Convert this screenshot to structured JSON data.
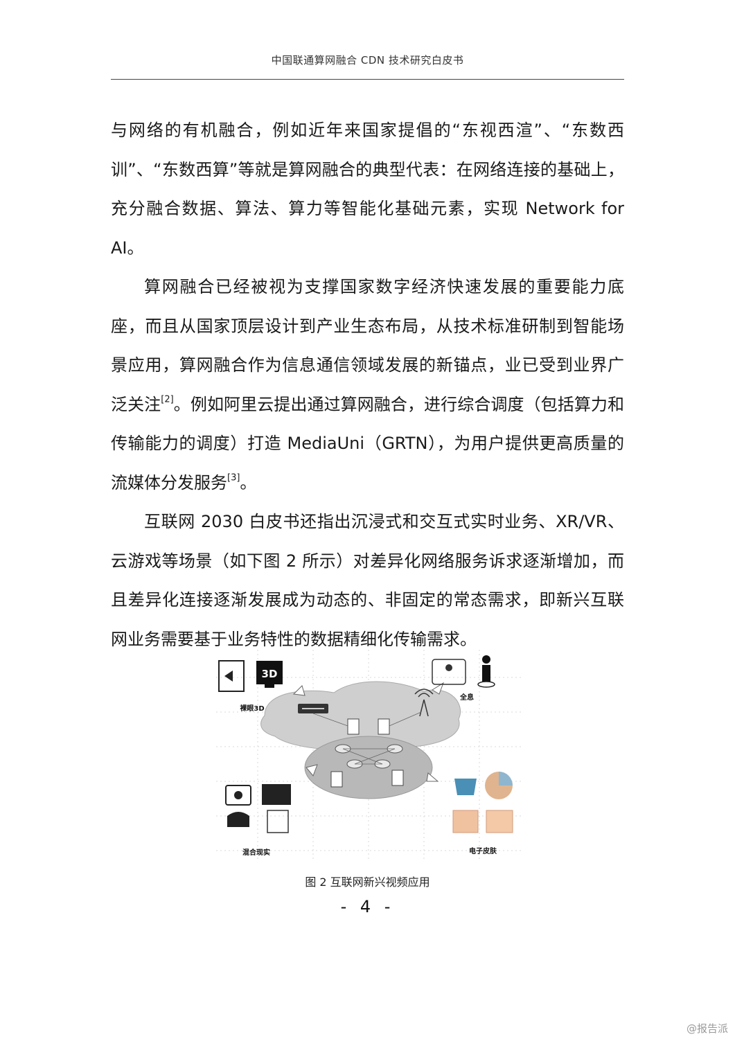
{
  "header": {
    "title": "中国联通算网融合 CDN 技术研究白皮书"
  },
  "paragraphs": {
    "p1": "与网络的有机融合，例如近年来国家提倡的“东视西渲”、“东数西训”、“东数西算”等就是算网融合的典型代表：在网络连接的基础上，充分融合数据、算法、算力等智能化基础元素，实现 Network for AI。",
    "p2_a": "算网融合已经被视为支撑国家数字经济快速发展的重要能力底座，而且从国家顶层设计到产业生态布局，从技术标准研制到智能场景应用，算网融合作为信息通信领域发展的新锚点，业已受到业界广泛关注",
    "p2_ref1": "[2]",
    "p2_b": "。例如阿里云提出通过算网融合，进行综合调度（包括算力和传输能力的调度）打造 MediaUni（GRTN），为用户提供更高质量的流媒体分发服务",
    "p2_ref2": "[3]",
    "p2_c": "。",
    "p3": "互联网 2030 白皮书还指出沉浸式和交互式实时业务、XR/VR、云游戏等场景（如下图 2 所示）对差异化网络服务诉求逐渐增加，而且差异化连接逐渐发展成为动态的、非固定的常态需求，即新兴互联网业务需要基于业务特性的数据精细化传输需求。"
  },
  "figure": {
    "labels": {
      "naked_eye_3d": "裸眼3D",
      "screen_3d": "3D",
      "hologram": "全息",
      "mixed_reality": "混合现实",
      "e_skin": "电子皮肤"
    },
    "caption": "图 2  互联网新兴视频应用"
  },
  "page_number": "- 4 -",
  "watermark": "@报告派"
}
